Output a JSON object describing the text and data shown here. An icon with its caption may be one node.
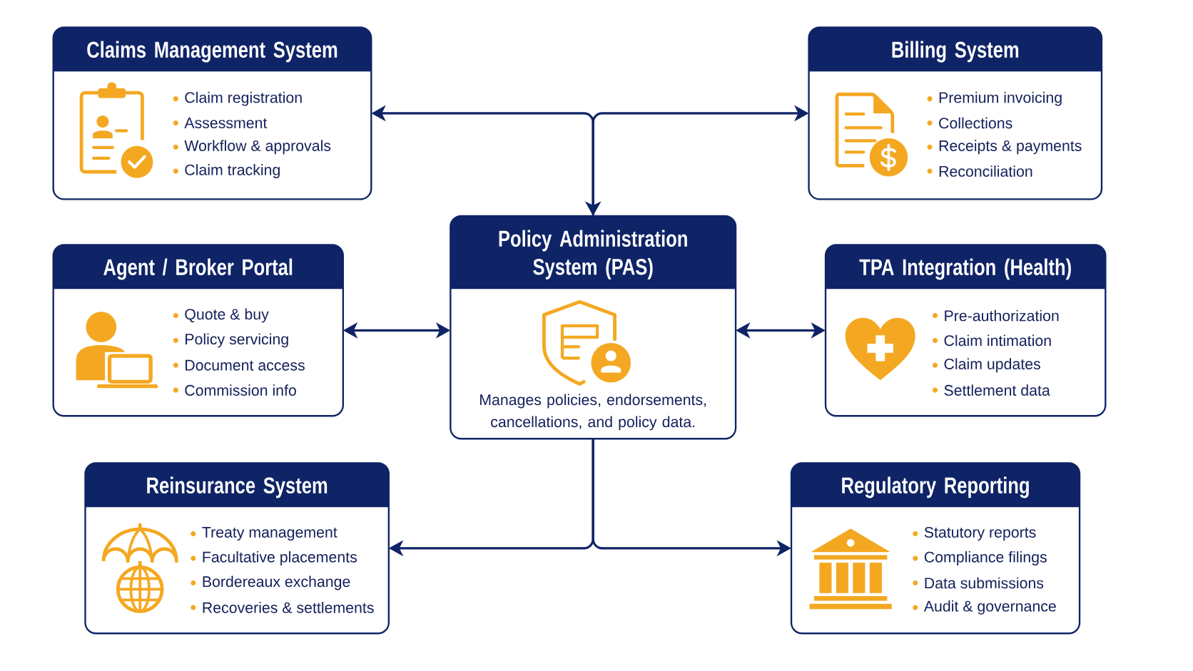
{
  "diagram": {
    "nodes": [
      {
        "text": [
          "Claims Management System",
          "Claim registration",
          "Assessment",
          "Workflow & approvals",
          "Claim tracking"
        ]
      },
      {
        "text": [
          "Billing System",
          "Premium invoicing",
          "Collections",
          "Receipts & payments",
          "Reconciliation"
        ]
      },
      {
        "text": [
          "Agent / Broker Portal",
          "Quote & buy",
          "Policy servicing",
          "Document access",
          "Commission info"
        ]
      },
      {
        "text": [
          "Policy Administration System (PAS)",
          "Manages policies, endorsements, cancellations, and policy data."
        ]
      },
      {
        "text": [
          "TPA Integration (Health)",
          "Pre-authorization",
          "Claim intimation",
          "Claim updates",
          "Settlement data"
        ]
      },
      {
        "text": [
          "Reinsurance System",
          "Treaty management",
          "Facultative placements",
          "Bordereaux exchange",
          "Recoveries & settlements"
        ]
      },
      {
        "text": [
          "Regulatory Reporting",
          "Statutory reports",
          "Compliance filings",
          "Data submissions",
          "Audit & governance"
        ]
      }
    ],
    "edges": [
      {
        "from": 3,
        "to": 0,
        "arrow": "both"
      },
      {
        "from": 3,
        "to": 1,
        "arrow": "to"
      },
      {
        "from": 2,
        "to": 3,
        "arrow": "both"
      },
      {
        "from": 3,
        "to": 4,
        "arrow": "both"
      },
      {
        "from": 3,
        "to": 5,
        "arrow": "to"
      },
      {
        "from": 3,
        "to": 6,
        "arrow": "to"
      }
    ]
  }
}
